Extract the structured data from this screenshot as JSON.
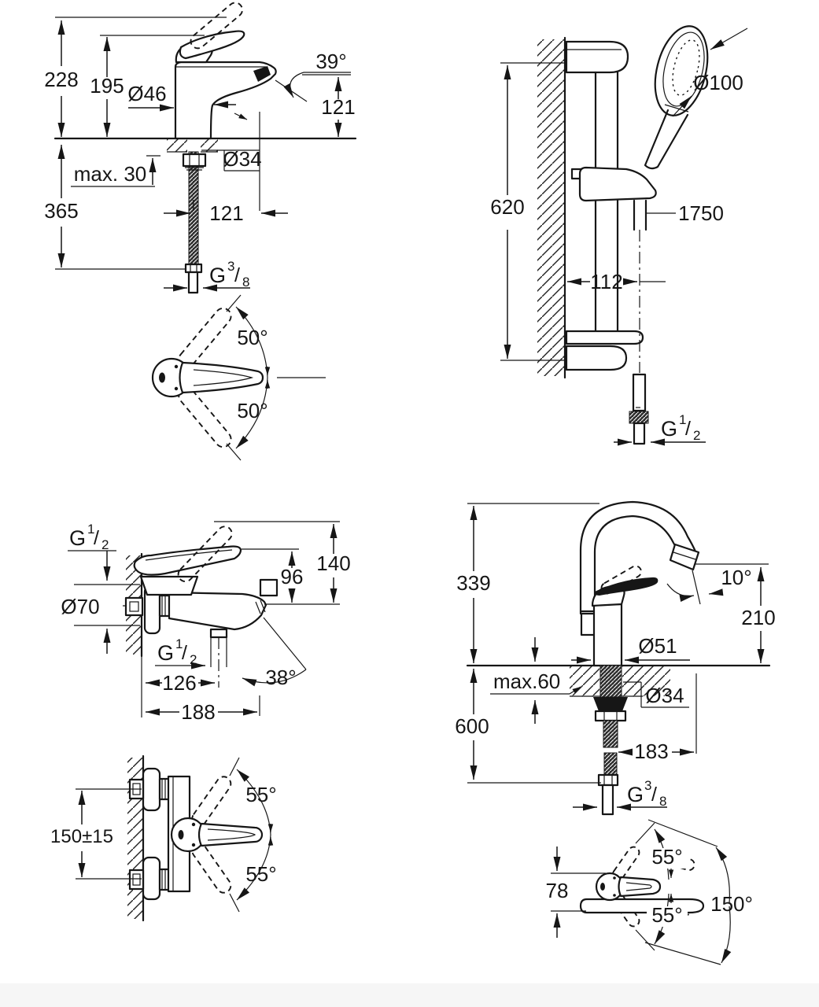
{
  "page": {
    "background": "#ffffff",
    "ink": "#161616",
    "footer_strip": "#f6f6f6"
  },
  "basin_mixer": {
    "height_total": "228",
    "height_body": "195",
    "body_dia": "Ø46",
    "spout_angle": "39°",
    "outlet_height": "121",
    "deck_max": "max. 30",
    "hole_dia": "Ø34",
    "depth_below": "365",
    "projection": "121",
    "thread": {
      "g": "G",
      "num": "3",
      "slash": "/",
      "den": "8"
    },
    "handle_up": "50°",
    "handle_down": "50°"
  },
  "shower_set": {
    "head_dia": "Ø100",
    "rail_height": "620",
    "hose_length": "1750",
    "wall_offset": "112",
    "thread": {
      "g": "G",
      "num": "1",
      "slash": "/",
      "den": "2"
    }
  },
  "bath_mixer": {
    "thread_inlet": {
      "g": "G",
      "num": "1",
      "slash": "/",
      "den": "2"
    },
    "flange_dia": "Ø70",
    "height_total": "140",
    "height_body": "96",
    "thread_outlet": {
      "g": "G",
      "num": "1",
      "slash": "/",
      "den": "2"
    },
    "outlet_offset": "126",
    "spout_reach": "188",
    "spout_angle": "38°",
    "handle_up": "55°",
    "handle_down": "55°",
    "centers": "150±15"
  },
  "sink_mixer": {
    "height_total": "339",
    "spout_angle": "10°",
    "outlet_height": "210",
    "body_dia": "Ø51",
    "deck_max": "max.60",
    "hole_dia": "Ø34",
    "depth_below": "600",
    "reach": "183",
    "thread": {
      "g": "G",
      "num": "3",
      "slash": "/",
      "den": "8"
    },
    "handle_up": "55°",
    "handle_down": "55°",
    "swivel": "150°",
    "handle_height": "78"
  }
}
